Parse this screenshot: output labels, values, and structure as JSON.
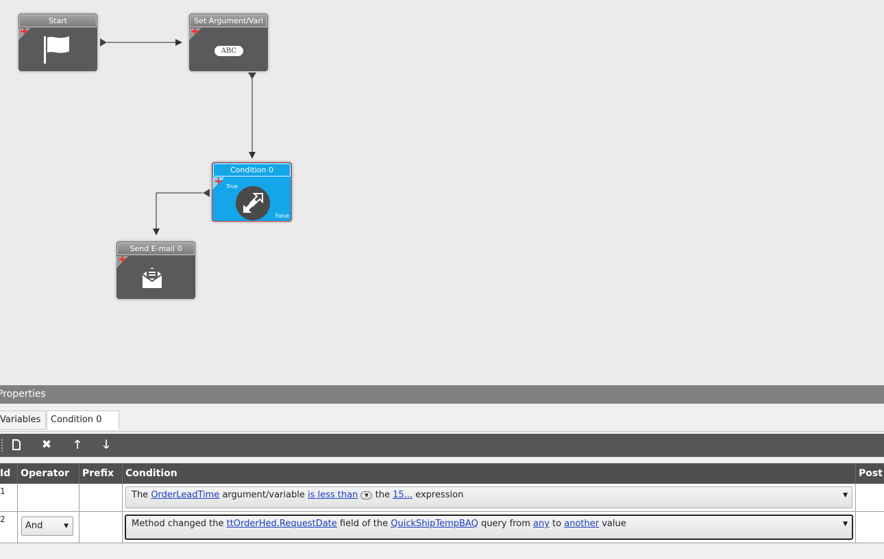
{
  "nodes": {
    "start": {
      "title": "Start",
      "icon": "flag-icon"
    },
    "set_arg": {
      "title": "Set Argument/Vari",
      "icon": "abc-icon",
      "icon_text": "ABC"
    },
    "condition": {
      "title": "Condition 0",
      "icon": "condition-arrows-icon",
      "true_label": "True",
      "false_label": "False"
    },
    "send_email": {
      "title": "Send E-mail 0",
      "icon": "envelope-icon"
    }
  },
  "properties": {
    "header": "Properties",
    "tabs": [
      {
        "label": "Variables"
      },
      {
        "label": "Condition 0"
      }
    ],
    "toolbar": [
      "new-icon",
      "delete-icon",
      "move-up-icon",
      "move-down-icon"
    ],
    "columns": [
      "Id",
      "Operator",
      "Prefix",
      "Condition",
      "Post"
    ],
    "rows": [
      {
        "id": "1",
        "operator": "",
        "prefix": "",
        "condition": {
          "t1": "The ",
          "l1": "OrderLeadTime",
          "t2": " argument/variable ",
          "l2": "is less than",
          "t3": " the ",
          "l3": "15...",
          "t4": " expression"
        }
      },
      {
        "id": "2",
        "operator": "And",
        "prefix": "",
        "condition": {
          "t1": "Method changed the ",
          "l1": "ttOrderHed.RequestDate",
          "t2": " field of the ",
          "l2": "QuickShipTempBAQ",
          "t3": " query from ",
          "l3": "any",
          "t4": " to ",
          "l4": "another",
          "t5": " value"
        }
      }
    ]
  },
  "colors": {
    "canvas_bg": "#ebebeb",
    "node_bg": "#5a5a5a",
    "condition_bg": "#14a6e8",
    "condition_border": "#e23a3a",
    "link": "#1b3ec2",
    "toolbar_bg": "#565656"
  }
}
